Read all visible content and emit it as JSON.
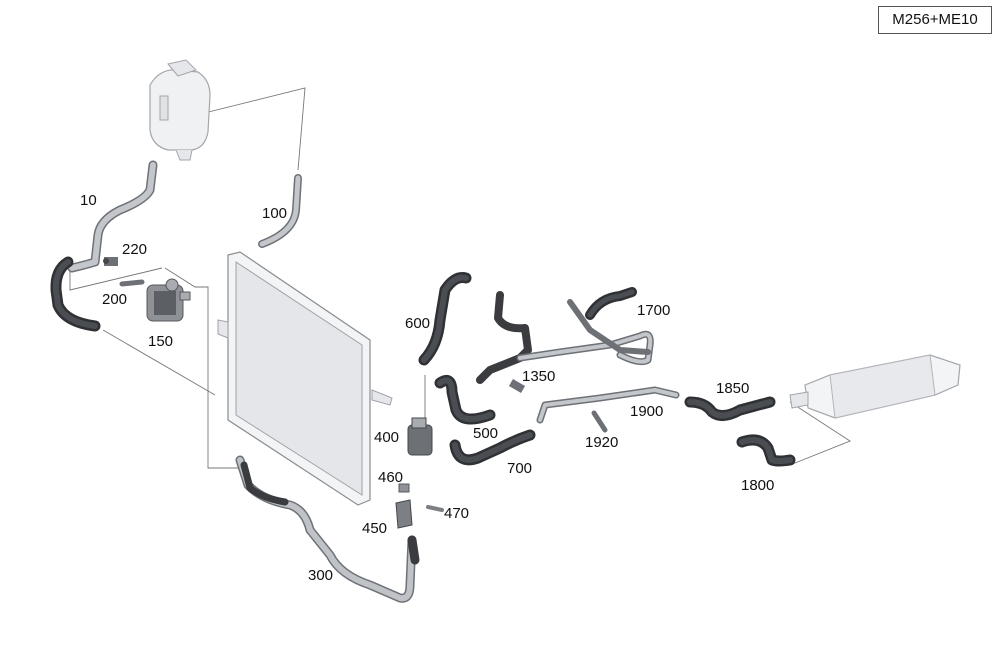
{
  "badge": "M256+ME10",
  "parts": [
    {
      "id": "p10",
      "label": "10"
    },
    {
      "id": "p100",
      "label": "100"
    },
    {
      "id": "p150",
      "label": "150"
    },
    {
      "id": "p200",
      "label": "200"
    },
    {
      "id": "p220",
      "label": "220"
    },
    {
      "id": "p300",
      "label": "300"
    },
    {
      "id": "p400",
      "label": "400"
    },
    {
      "id": "p450",
      "label": "450"
    },
    {
      "id": "p460",
      "label": "460"
    },
    {
      "id": "p470",
      "label": "470"
    },
    {
      "id": "p500",
      "label": "500"
    },
    {
      "id": "p600",
      "label": "600"
    },
    {
      "id": "p700",
      "label": "700"
    },
    {
      "id": "p1350",
      "label": "1350"
    },
    {
      "id": "p1700",
      "label": "1700"
    },
    {
      "id": "p1800",
      "label": "1800"
    },
    {
      "id": "p1850",
      "label": "1850"
    },
    {
      "id": "p1900",
      "label": "1900"
    },
    {
      "id": "p1920",
      "label": "1920"
    }
  ],
  "colors": {
    "hose_dark": "#3a3c40",
    "hose_light": "#b9bcc1",
    "outline": "#6d7075",
    "metal": "#d7d9dc"
  }
}
